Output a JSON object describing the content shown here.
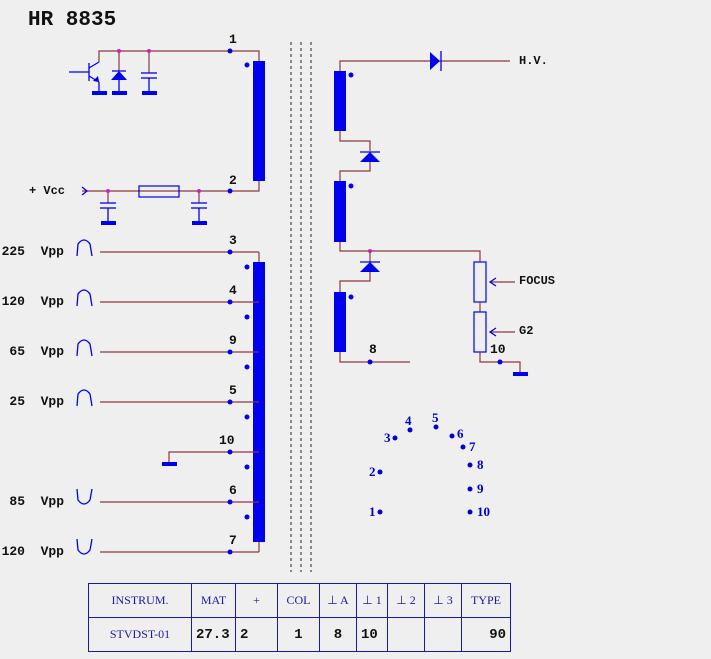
{
  "title": "HR 8835",
  "primary": {
    "vcc_label": "+ Vcc",
    "pins": {
      "top": "1",
      "bottom": "2"
    }
  },
  "windings": [
    {
      "pin": "3",
      "label": "225  Vpp",
      "wave": "positive-pulse"
    },
    {
      "pin": "4",
      "label": "120  Vpp",
      "wave": "positive-pulse"
    },
    {
      "pin": "9",
      "label": "65  Vpp",
      "wave": "positive-pulse"
    },
    {
      "pin": "5",
      "label": "25  Vpp",
      "wave": "positive-pulse"
    },
    {
      "pin": "10",
      "label": "",
      "wave": "ground"
    },
    {
      "pin": "6",
      "label": "85  Vpp",
      "wave": "negative-pulse"
    },
    {
      "pin": "7",
      "label": "120  Vpp",
      "wave": "negative-pulse"
    }
  ],
  "secondary": {
    "hv_label": "H.V.",
    "focus_label": "FOCUS",
    "g2_label": "G2",
    "pin_8": "8",
    "pin_10": "10"
  },
  "pinout": [
    "1",
    "2",
    "3",
    "4",
    "5",
    "6",
    "7",
    "8",
    "9",
    "10"
  ],
  "table": {
    "headers": [
      "INSTRUM.",
      "MAT",
      "+",
      "COL",
      "⊥ A",
      "⊥ 1",
      "⊥ 2",
      "⊥ 3",
      "TYPE"
    ],
    "values": [
      "STVDST-01",
      "27.3",
      "2",
      "1",
      "8",
      "10",
      "",
      "",
      "90"
    ]
  },
  "colors": {
    "wire": "#8b3a3a",
    "component": "#0000ee",
    "junction": "#cc22cc",
    "background": "#efefef"
  }
}
